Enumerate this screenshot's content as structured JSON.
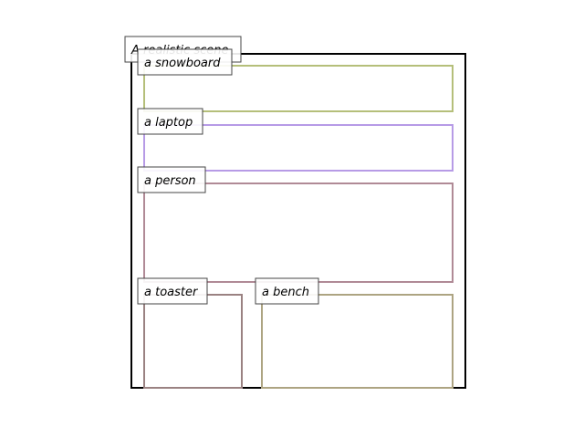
{
  "scene": {
    "title": "A realistic scene",
    "frame_color": "#000000"
  },
  "regions": [
    {
      "key": "snowboard",
      "label": "a snowboard",
      "color": "#b5bf7a"
    },
    {
      "key": "laptop",
      "label": "a laptop",
      "color": "#b79be6"
    },
    {
      "key": "person",
      "label": "a person",
      "color": "#b08a96"
    },
    {
      "key": "toaster",
      "label": "a toaster",
      "color": "#9a8282"
    },
    {
      "key": "bench",
      "label": "a bench",
      "color": "#ada482"
    }
  ]
}
